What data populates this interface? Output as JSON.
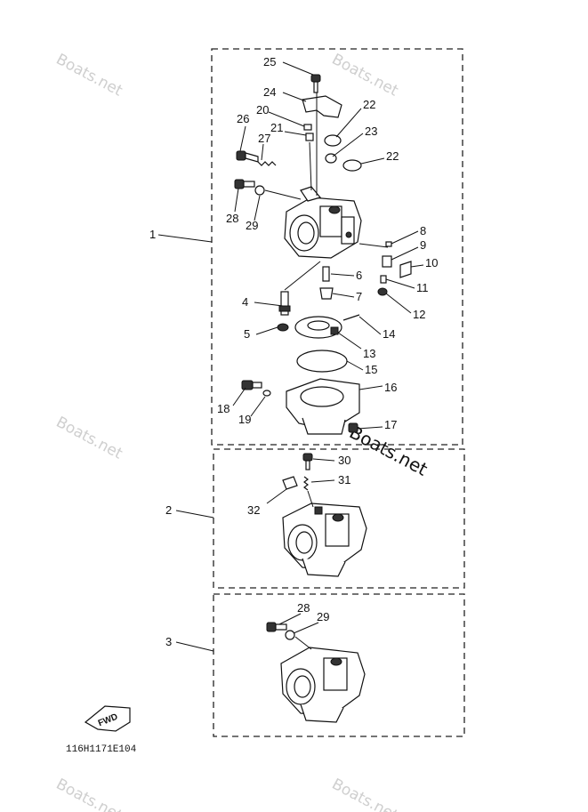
{
  "diagram": {
    "group_labels": {
      "main": "1",
      "variant_a": "2",
      "variant_b": "3"
    },
    "callouts": {
      "c4": "4",
      "c5": "5",
      "c6": "6",
      "c7": "7",
      "c8": "8",
      "c9": "9",
      "c10": "10",
      "c11": "11",
      "c12": "12",
      "c13": "13",
      "c14": "14",
      "c15": "15",
      "c16": "16",
      "c17": "17",
      "c18": "18",
      "c19": "19",
      "c20": "20",
      "c21": "21",
      "c22a": "22",
      "c22b": "22",
      "c23": "23",
      "c24": "24",
      "c25": "25",
      "c26": "26",
      "c27": "27",
      "c28a": "28",
      "c29a": "29",
      "c30": "30",
      "c31": "31",
      "c32": "32",
      "c28b": "28",
      "c29b": "29"
    },
    "fwd_arrow_label": "FWD",
    "drawing_code": "116H1171E104",
    "watermark": "Boats.net",
    "watermark_strong": "© Boats.net"
  }
}
